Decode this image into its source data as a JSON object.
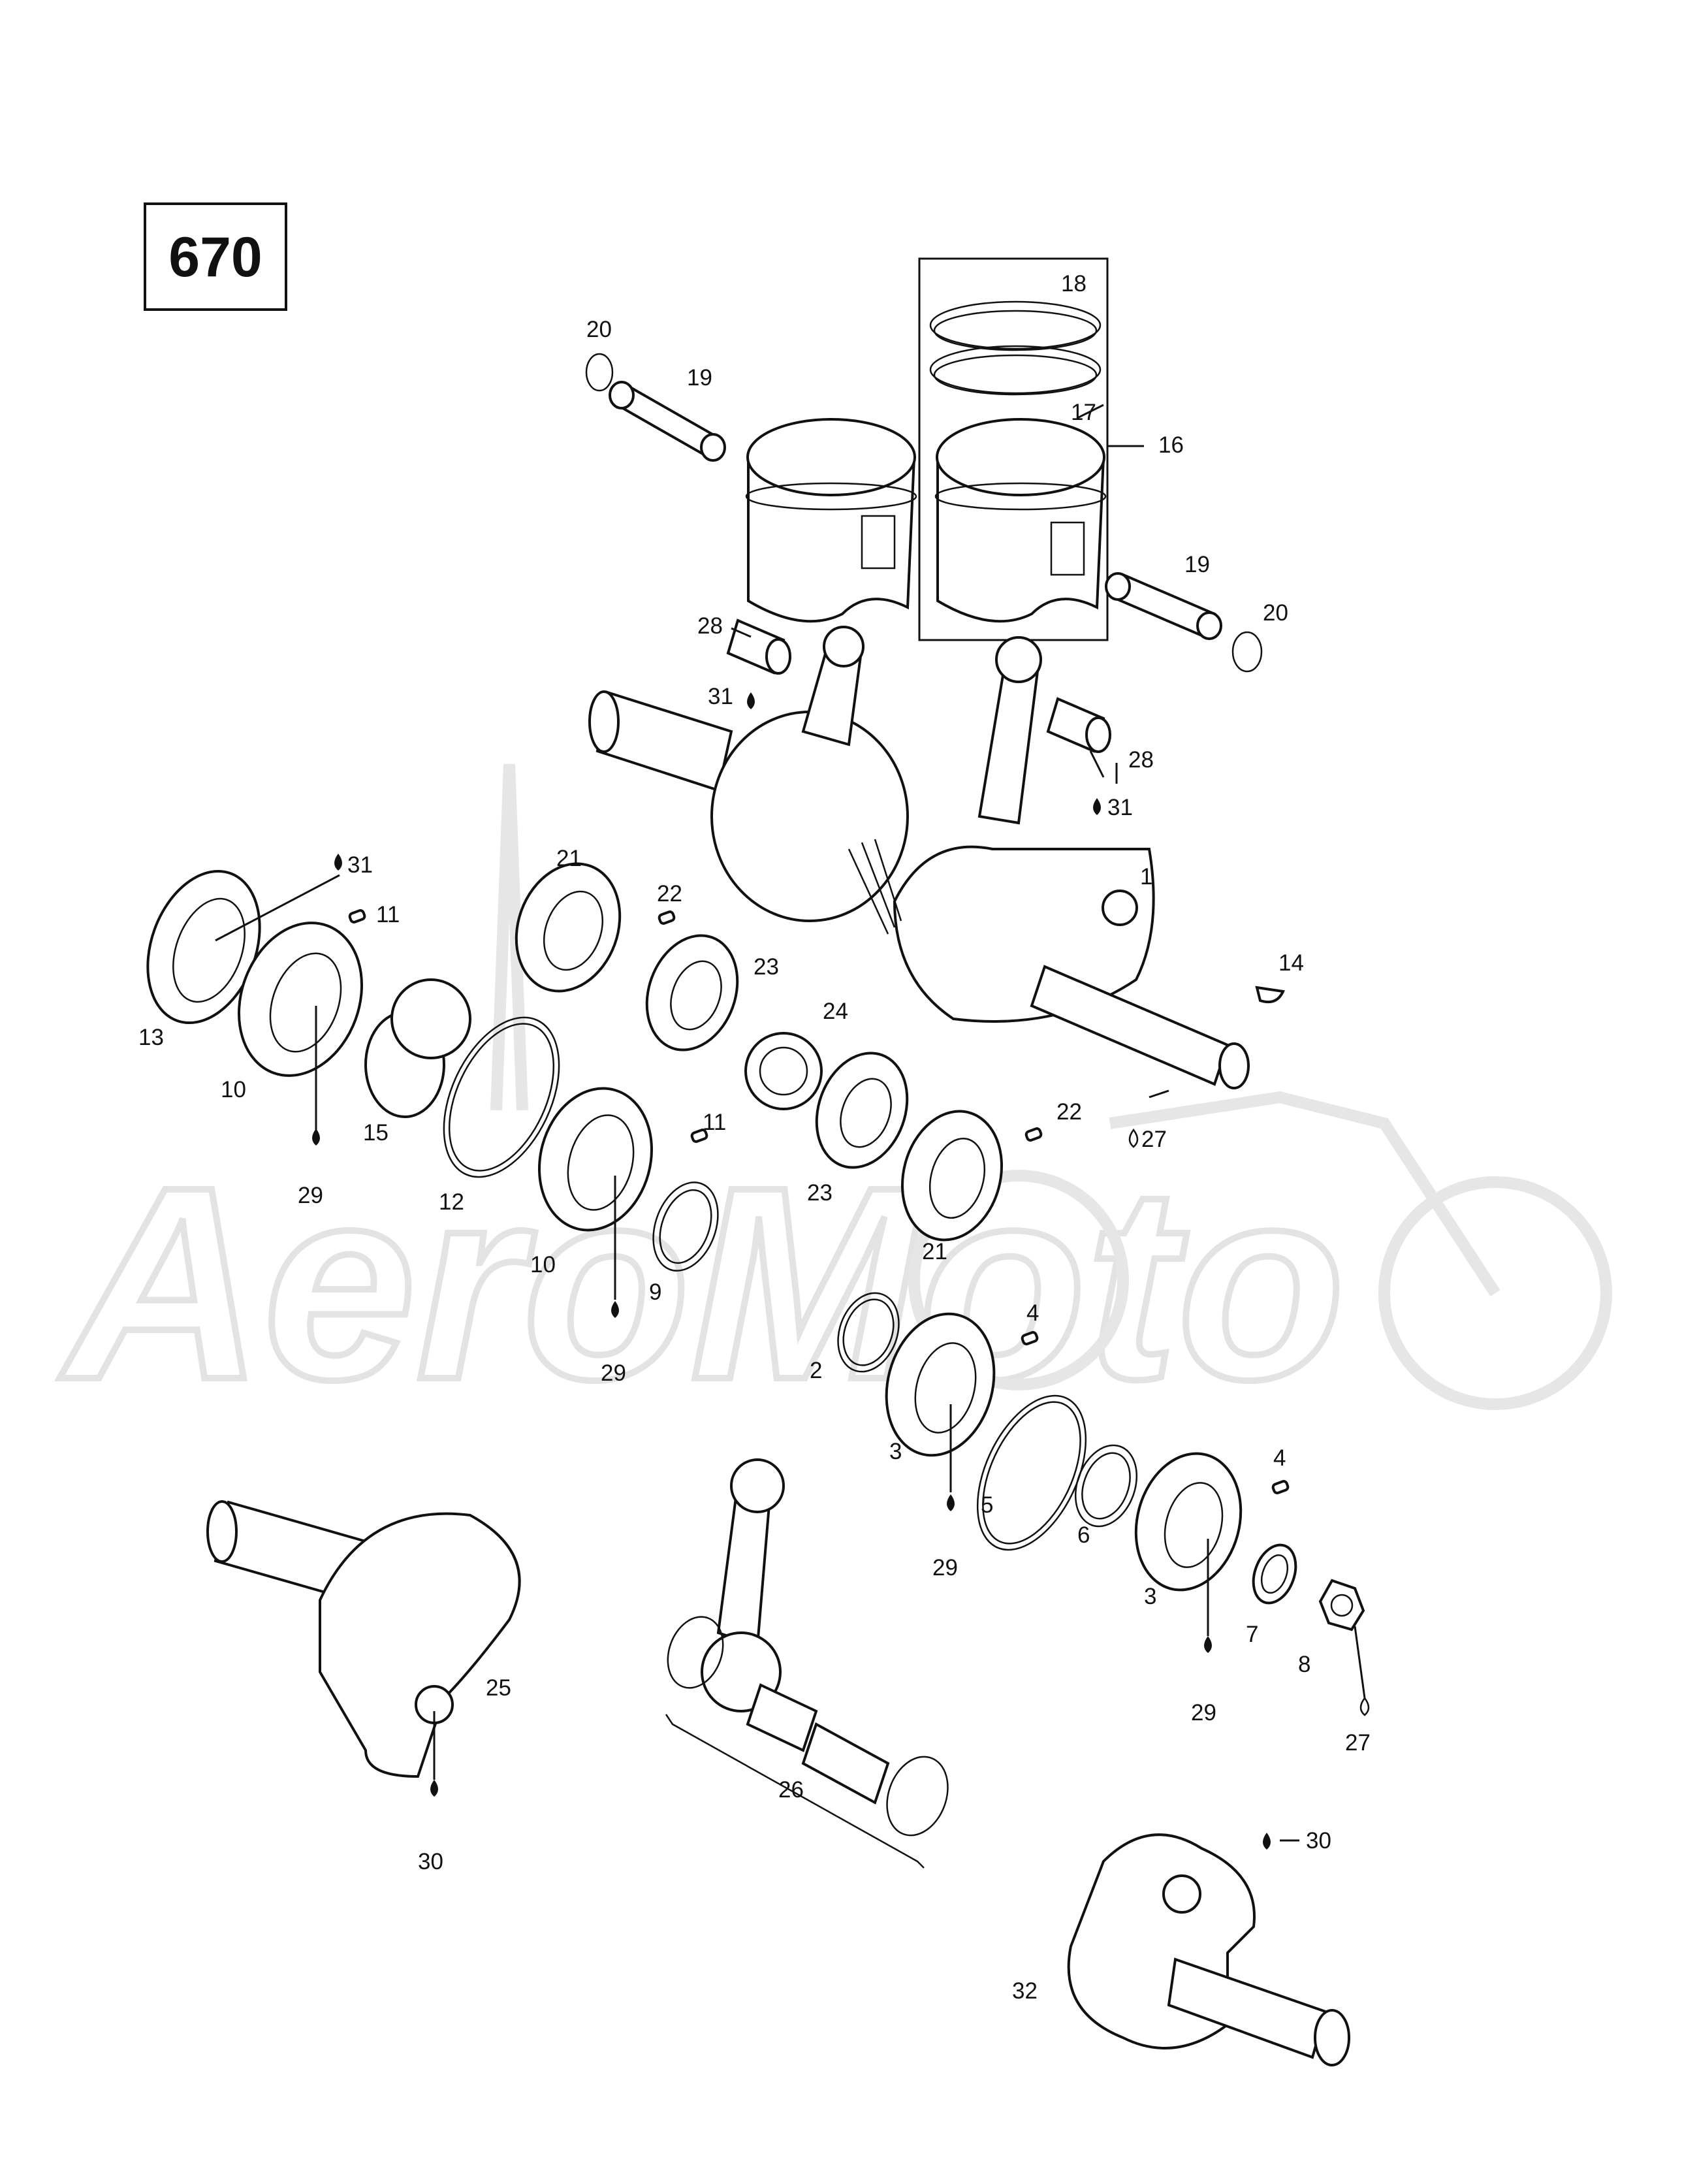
{
  "diagram": {
    "group_number": "670",
    "watermark": "AeroMoto",
    "callouts": [
      {
        "id": "c-18",
        "text": "18"
      },
      {
        "id": "c-20a",
        "text": "20"
      },
      {
        "id": "c-19a",
        "text": "19"
      },
      {
        "id": "c-17",
        "text": "17"
      },
      {
        "id": "c-16",
        "text": "16"
      },
      {
        "id": "c-19b",
        "text": "19"
      },
      {
        "id": "c-20b",
        "text": "20"
      },
      {
        "id": "c-28a",
        "text": "28"
      },
      {
        "id": "c-31a",
        "text": "31"
      },
      {
        "id": "c-28b",
        "text": "28"
      },
      {
        "id": "c-31b",
        "text": "31"
      },
      {
        "id": "c-31c",
        "text": "31"
      },
      {
        "id": "c-11a",
        "text": "11"
      },
      {
        "id": "c-21a",
        "text": "21"
      },
      {
        "id": "c-22a",
        "text": "22"
      },
      {
        "id": "c-1",
        "text": "1"
      },
      {
        "id": "c-23a",
        "text": "23"
      },
      {
        "id": "c-14",
        "text": "14"
      },
      {
        "id": "c-24",
        "text": "24"
      },
      {
        "id": "c-13",
        "text": "13"
      },
      {
        "id": "c-10a",
        "text": "10"
      },
      {
        "id": "c-15",
        "text": "15"
      },
      {
        "id": "c-11b",
        "text": "11"
      },
      {
        "id": "c-22b",
        "text": "22"
      },
      {
        "id": "c-27a",
        "text": "27"
      },
      {
        "id": "c-29a",
        "text": "29"
      },
      {
        "id": "c-12",
        "text": "12"
      },
      {
        "id": "c-23b",
        "text": "23"
      },
      {
        "id": "c-21b",
        "text": "21"
      },
      {
        "id": "c-10b",
        "text": "10"
      },
      {
        "id": "c-9",
        "text": "9"
      },
      {
        "id": "c-29b",
        "text": "29"
      },
      {
        "id": "c-4a",
        "text": "4"
      },
      {
        "id": "c-2",
        "text": "2"
      },
      {
        "id": "c-3a",
        "text": "3"
      },
      {
        "id": "c-5",
        "text": "5"
      },
      {
        "id": "c-6",
        "text": "6"
      },
      {
        "id": "c-4b",
        "text": "4"
      },
      {
        "id": "c-29c",
        "text": "29"
      },
      {
        "id": "c-3b",
        "text": "3"
      },
      {
        "id": "c-7",
        "text": "7"
      },
      {
        "id": "c-8",
        "text": "8"
      },
      {
        "id": "c-25",
        "text": "25"
      },
      {
        "id": "c-29d",
        "text": "29"
      },
      {
        "id": "c-27b",
        "text": "27"
      },
      {
        "id": "c-26",
        "text": "26"
      },
      {
        "id": "c-30a",
        "text": "30"
      },
      {
        "id": "c-30b",
        "text": "30"
      },
      {
        "id": "c-32",
        "text": "32"
      }
    ]
  }
}
